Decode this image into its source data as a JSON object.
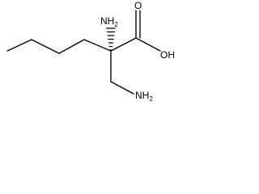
{
  "molecule": {
    "labels": {
      "oxygen_carbonyl": "O",
      "hydroxyl": "OH",
      "amine_alpha": "NH",
      "amine_alpha_sub": "2",
      "amine_terminal": "NH",
      "amine_terminal_sub": "2"
    },
    "colors": {
      "bond": "#000000",
      "text": "#000000",
      "background": "#ffffff"
    }
  }
}
